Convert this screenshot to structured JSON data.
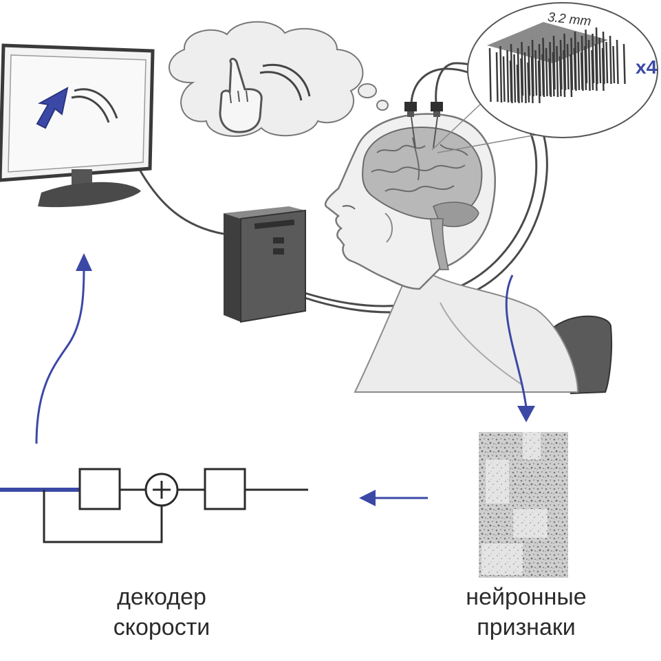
{
  "labels": {
    "decoder_line1": "декодер",
    "decoder_line2": "скорости",
    "features_line1": "нейронные",
    "features_line2": "признаки",
    "array_size": "3.2 mm",
    "array_count": "x4"
  },
  "colors": {
    "accent_blue": "#3b48a6",
    "ink": "#2b2b2b",
    "gray_dark": "#4a4a4a",
    "gray_mid": "#8a8a8a",
    "gray_light": "#d9d9d9"
  },
  "icons": {
    "cursor": "arrow-cursor-icon",
    "hand": "pointing-hand-icon",
    "summing_node": "plus-circle-icon"
  }
}
